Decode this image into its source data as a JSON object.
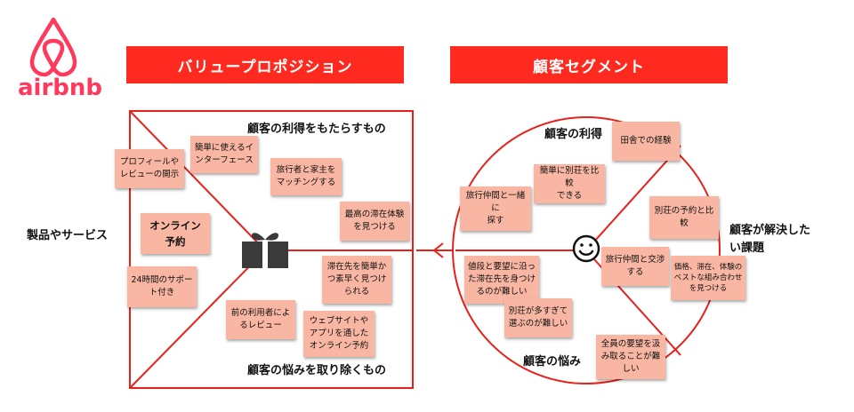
{
  "brand": {
    "logo_text": "airbnb",
    "color": "#ff385c"
  },
  "banners": {
    "value_proposition": "バリュープロポジション",
    "customer_segment": "顧客セグメント"
  },
  "value_map": {
    "gains_title": "顧客の利得をもたらすもの",
    "pains_title": "顧客の悩みを取り除くもの",
    "products_title": "製品やサービス",
    "products_icon": "gift-icon",
    "notes": {
      "profile": "プロフィールや\nレビューの開示",
      "easy_ui": "簡単に使えるイ\nンターフェース",
      "matching": "旅行者と家主を\nマッチングする",
      "best_stay": "最高の滞在体験\nを見つける",
      "online_booking": "オンライン\n予約",
      "support": "24時間のサポー\nト付き",
      "easy_find": "滞在先を簡単か\nつ素早く見つけ\nられる",
      "prev_reviews": "前の利用者によ\nるレビュー",
      "web_app": "ウェブサイトや\nアプリを通した\nオンライン予約"
    }
  },
  "customer_profile": {
    "gains_title": "顧客の利得",
    "pains_title": "顧客の悩み",
    "jobs_title": "顧客が解決した\nい課題",
    "face_icon": "smiley-face-icon",
    "notes": {
      "country_exp": "田舎での経験",
      "compare": "簡単に別荘を比較\nできる",
      "search_with": "旅行仲間と一緒に\n探す",
      "booking_compare": "別荘の予約と比較",
      "negotiate": "旅行仲間と交渉\nする",
      "best_combo": "価格、滞在、体験の\nベストな組み合わせ\nを見つける",
      "hard_find": "値段と要望に沿っ\nた滞在先を身つけ\nるのが難しい",
      "too_many": "別荘が多すぎて\n選ぶのが難しい",
      "all_needs": "全員の要望を汲\nみ取ることが難\nしい"
    }
  }
}
